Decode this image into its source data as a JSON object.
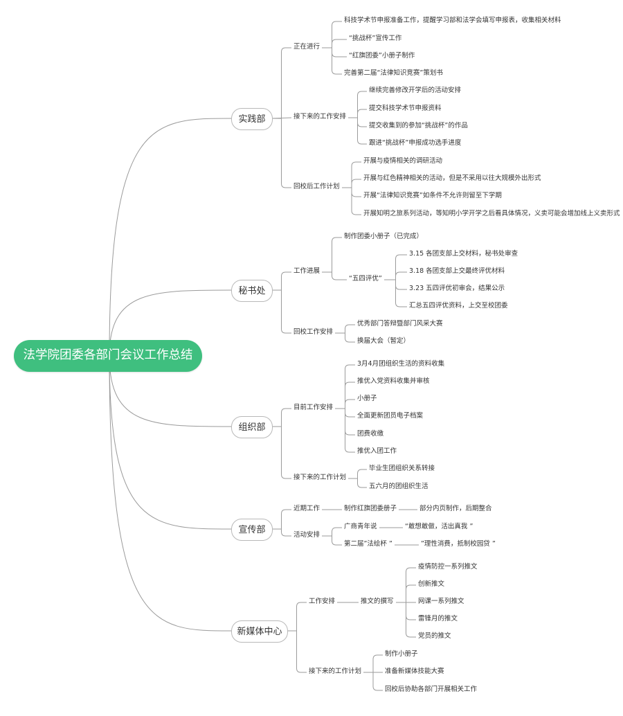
{
  "title": "法学院团委各部门会议工作总结",
  "nodes": [
    {
      "id": "d1",
      "label": "实践部"
    },
    {
      "id": "d1a",
      "label": "正在进行"
    },
    {
      "id": "d1a1",
      "label": "科技学术节申报准备工作，提醒学习部和法学会填写申报表，收集相关材料"
    },
    {
      "id": "d1a2",
      "label": "“挑战杯”宣传工作"
    },
    {
      "id": "d1a3",
      "label": "“红旗团委”小册子制作"
    },
    {
      "id": "d1a4",
      "label": "完善第二届“法律知识竞赛”策划书"
    },
    {
      "id": "d1b",
      "label": "接下来的工作安排"
    },
    {
      "id": "d1b1",
      "label": "继续完善修改开学后的活动安排"
    },
    {
      "id": "d1b2",
      "label": "提交科技学术节申报资料"
    },
    {
      "id": "d1b3",
      "label": "提交收集到的参加“挑战杯”的作品"
    },
    {
      "id": "d1b4",
      "label": "跟进“挑战杯”申报成功选手进度"
    },
    {
      "id": "d1c",
      "label": "回校后工作计划"
    },
    {
      "id": "d1c1",
      "label": "开展与疫情相关的调研活动"
    },
    {
      "id": "d1c2",
      "label": "开展与红色精神相关的活动，但是不采用以往大规模外出形式"
    },
    {
      "id": "d1c3",
      "label": "开展“法律知识竞赛”如条件不允许则留至下学期"
    },
    {
      "id": "d1c4",
      "label": "开展知明之旅系列活动，等知明小学开学之后看具体情况，义卖可能会增加线上义卖形式"
    },
    {
      "id": "d2",
      "label": "秘书处"
    },
    {
      "id": "d2a",
      "label": "工作进展"
    },
    {
      "id": "d2a1",
      "label": "制作团委小册子（已完成）"
    },
    {
      "id": "d2a2",
      "label": "“五四评优”"
    },
    {
      "id": "d2a2a",
      "label": "3.15 各团支部上交材料，秘书处审查"
    },
    {
      "id": "d2a2b",
      "label": "3.18 各团支部上交最终评优材料"
    },
    {
      "id": "d2a2c",
      "label": "3.23 五四评优初审会，结果公示"
    },
    {
      "id": "d2a2d",
      "label": "汇总五四评优资料，上交至校团委"
    },
    {
      "id": "d2b",
      "label": "回校工作安排"
    },
    {
      "id": "d2b1",
      "label": "优秀部门答辩暨部门风采大赛"
    },
    {
      "id": "d2b2",
      "label": "换届大会（暂定）"
    },
    {
      "id": "d3",
      "label": "组织部"
    },
    {
      "id": "d3a",
      "label": "目前工作安排"
    },
    {
      "id": "d3a1",
      "label": "3月4月团组织生活的资料收集"
    },
    {
      "id": "d3a2",
      "label": "推优入党资料收集并审核"
    },
    {
      "id": "d3a3",
      "label": "小册子"
    },
    {
      "id": "d3a4",
      "label": "全面更新团员电子档案"
    },
    {
      "id": "d3a5",
      "label": "团费收缴"
    },
    {
      "id": "d3a6",
      "label": "推优入团工作"
    },
    {
      "id": "d3b",
      "label": "接下来的工作计划"
    },
    {
      "id": "d3b1",
      "label": "毕业生团组织关系转接"
    },
    {
      "id": "d3b2",
      "label": "五六月的团组织生活"
    },
    {
      "id": "d4",
      "label": "宣传部"
    },
    {
      "id": "d4a",
      "label": "近期工作"
    },
    {
      "id": "d4a1",
      "label": "制作红旗团委册子"
    },
    {
      "id": "d4a1a",
      "label": "部分内页制作，后期整合"
    },
    {
      "id": "d4b",
      "label": "活动安排"
    },
    {
      "id": "d4b1",
      "label": "广商青年说"
    },
    {
      "id": "d4b1a",
      "label": "“敢想敢做，活出真我 ”"
    },
    {
      "id": "d4b2",
      "label": "第二届”法绘杯 ”"
    },
    {
      "id": "d4b2a",
      "label": "”理性消费，抵制校园贷 ”"
    },
    {
      "id": "d5",
      "label": "新媒体中心"
    },
    {
      "id": "d5a",
      "label": "工作安排"
    },
    {
      "id": "d5a1",
      "label": "推文的撰写"
    },
    {
      "id": "d5a1a",
      "label": "疫情防控一系列推文"
    },
    {
      "id": "d5a1b",
      "label": "创新推文"
    },
    {
      "id": "d5a1c",
      "label": "网课一系列推文"
    },
    {
      "id": "d5a1d",
      "label": "雷锋月的推文"
    },
    {
      "id": "d5a1e",
      "label": "党员的推文"
    },
    {
      "id": "d5b",
      "label": "接下来的工作计划"
    },
    {
      "id": "d5b1",
      "label": "制作小册子"
    },
    {
      "id": "d5b2",
      "label": "准备新媒体技能大赛"
    },
    {
      "id": "d5b3",
      "label": "回校后协助各部门开展相关工作"
    }
  ],
  "colors": {
    "root_fill": "#3fbf7f",
    "root_text": "#ffffff",
    "link": "#9a9a9a",
    "dept_border": "#b8b8b8"
  }
}
